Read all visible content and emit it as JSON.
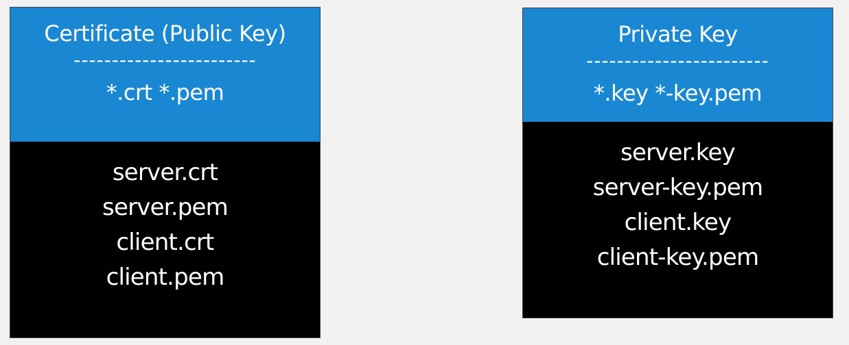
{
  "colors": {
    "background": "#f1f1f1",
    "header_blue": "#1a87d2",
    "body_black": "#000000",
    "text_white": "#ffffff"
  },
  "certificate": {
    "title": "Certificate (Public Key)",
    "divider": "------------------------",
    "extensions": "*.crt  *.pem",
    "files": [
      "server.crt",
      "server.pem",
      "client.crt",
      "client.pem"
    ]
  },
  "private_key": {
    "title": "Private Key",
    "divider": "------------------------",
    "extensions": "*.key  *-key.pem",
    "files": [
      "server.key",
      "server-key.pem",
      "client.key",
      "client-key.pem"
    ]
  }
}
